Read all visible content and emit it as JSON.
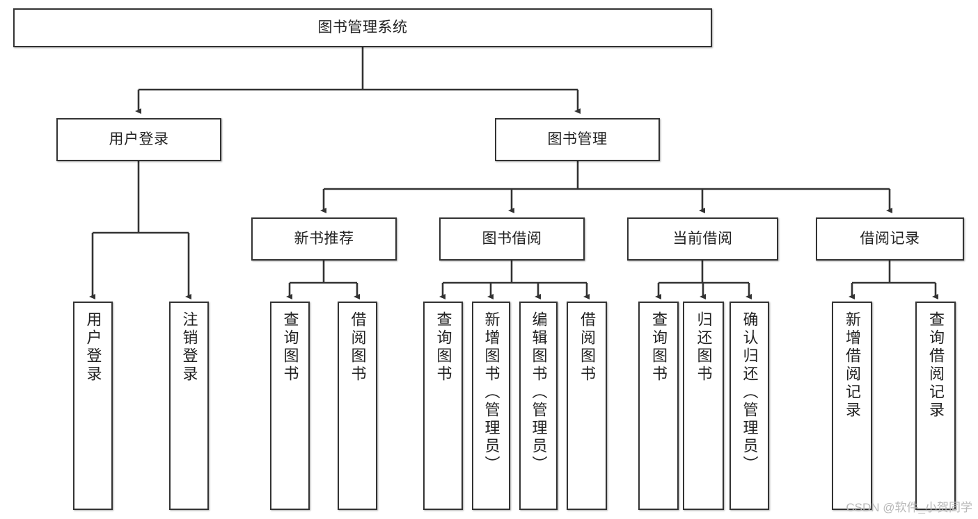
{
  "diagram": {
    "title": "图书管理系统",
    "type": "tree-hierarchy-chart",
    "watermark": "CSDN @软件_小贺同学",
    "colors": {
      "box_border": "#333333",
      "box_fill": "#ffffff",
      "edge": "#333333",
      "text": "#222222",
      "watermark": "#b9b9b9"
    },
    "nodes": {
      "root": "图书管理系统",
      "l2": [
        "用户登录",
        "图书管理"
      ],
      "l3": [
        "新书推荐",
        "图书借阅",
        "当前借阅",
        "借阅记录"
      ],
      "leaves": {
        "user_login": [
          "用户登录",
          "注销登录"
        ],
        "new_book": [
          "查询图书",
          "借阅图书"
        ],
        "book_borrow": [
          "查询图书",
          "新增图书（管理员）",
          "编辑图书（管理员）",
          "借阅图书"
        ],
        "current_borrow": [
          "查询图书",
          "归还图书",
          "确认归还（管理员）"
        ],
        "borrow_record": [
          "新增借阅记录",
          "查询借阅记录"
        ]
      }
    }
  }
}
